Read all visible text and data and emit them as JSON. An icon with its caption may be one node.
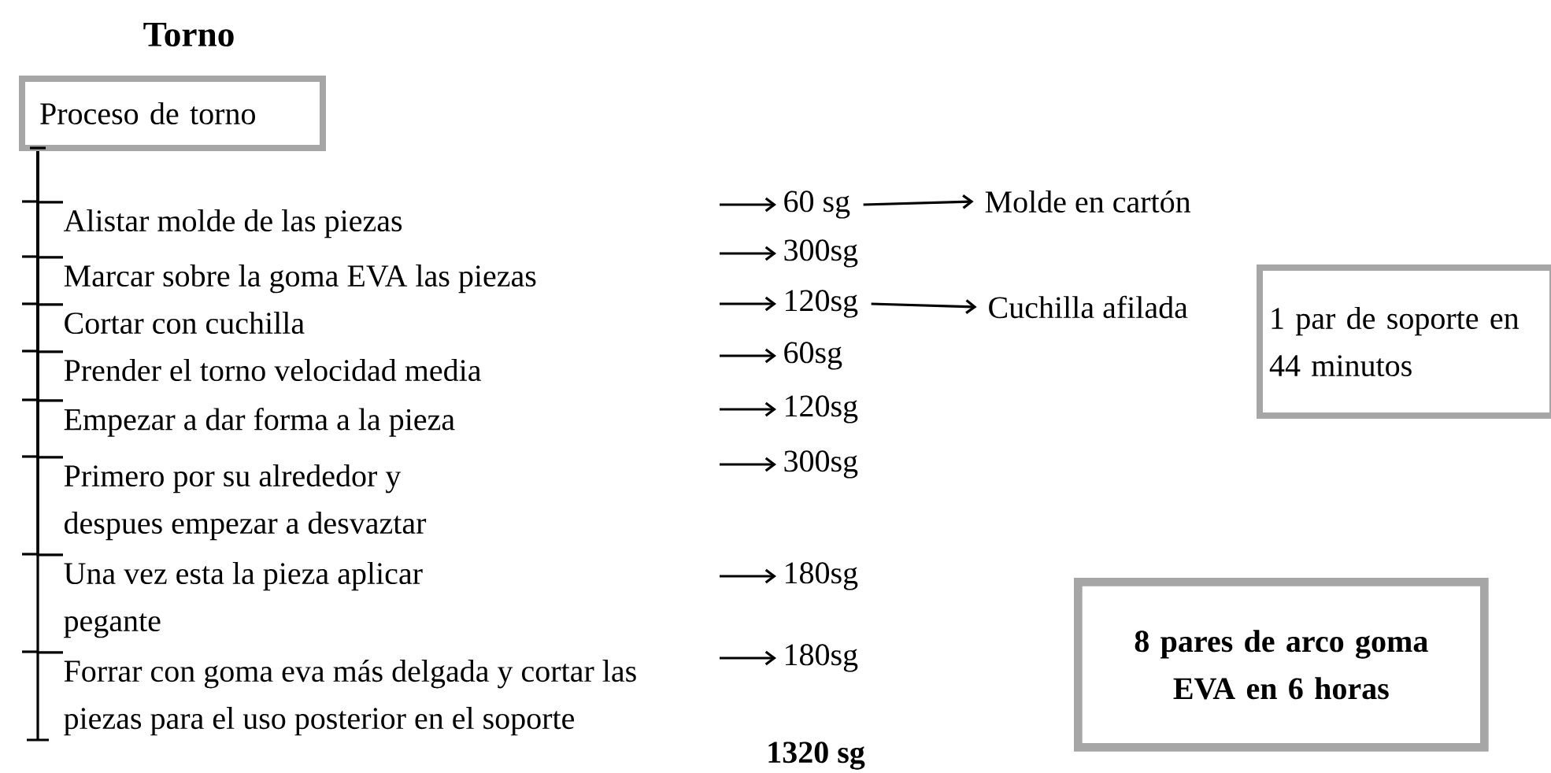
{
  "diagram": {
    "title": "Torno",
    "nodes": [
      {
        "text": [
          "Proceso de torno"
        ]
      },
      {
        "text": [
          "Alistar molde de las piezas"
        ]
      },
      {
        "text": [
          "Marcar sobre la goma EVA las piezas"
        ]
      },
      {
        "text": [
          "Cortar con cuchilla"
        ]
      },
      {
        "text": [
          "Prender el torno velocidad media"
        ]
      },
      {
        "text": [
          "Empezar a dar forma a la pieza"
        ]
      },
      {
        "text": [
          "Primero por su alrededor y despues empezar a desvaztar"
        ]
      },
      {
        "text": [
          "Una vez esta la pieza aplicar pegante"
        ]
      },
      {
        "text": [
          "Forrar con goma eva más delgada y cortar las piezas para el uso posterior en el soporte"
        ]
      },
      {
        "text": [
          "60 sg"
        ]
      },
      {
        "text": [
          "300sg"
        ]
      },
      {
        "text": [
          "120sg"
        ]
      },
      {
        "text": [
          "60sg"
        ]
      },
      {
        "text": [
          "120sg"
        ]
      },
      {
        "text": [
          "300sg"
        ]
      },
      {
        "text": [
          "180sg"
        ]
      },
      {
        "text": [
          "180sg"
        ]
      },
      {
        "text": [
          "Molde en cartón"
        ]
      },
      {
        "text": [
          "Cuchilla afilada"
        ]
      },
      {
        "text": [
          "1 par de soporte en 44 minutos"
        ]
      },
      {
        "text": [
          "8 pares de arco goma EVA en 6 horas"
        ]
      }
    ],
    "edges": [
      {
        "from": 0,
        "to": 1,
        "arrow": "none"
      },
      {
        "from": 0,
        "to": 2,
        "arrow": "none"
      },
      {
        "from": 0,
        "to": 3,
        "arrow": "none"
      },
      {
        "from": 0,
        "to": 4,
        "arrow": "none"
      },
      {
        "from": 0,
        "to": 5,
        "arrow": "none"
      },
      {
        "from": 0,
        "to": 6,
        "arrow": "none"
      },
      {
        "from": 0,
        "to": 7,
        "arrow": "none"
      },
      {
        "from": 0,
        "to": 8,
        "arrow": "none"
      },
      {
        "from": null,
        "to": 9,
        "arrow": "to"
      },
      {
        "from": null,
        "to": 10,
        "arrow": "to"
      },
      {
        "from": null,
        "to": 11,
        "arrow": "to"
      },
      {
        "from": null,
        "to": 12,
        "arrow": "to"
      },
      {
        "from": null,
        "to": 13,
        "arrow": "to"
      },
      {
        "from": null,
        "to": 14,
        "arrow": "to"
      },
      {
        "from": null,
        "to": 15,
        "arrow": "to"
      },
      {
        "from": null,
        "to": 16,
        "arrow": "to"
      },
      {
        "from": 9,
        "to": 17,
        "arrow": "to"
      },
      {
        "from": 11,
        "to": 18,
        "arrow": "to"
      }
    ],
    "labels": [
      "1320 sg"
    ]
  }
}
